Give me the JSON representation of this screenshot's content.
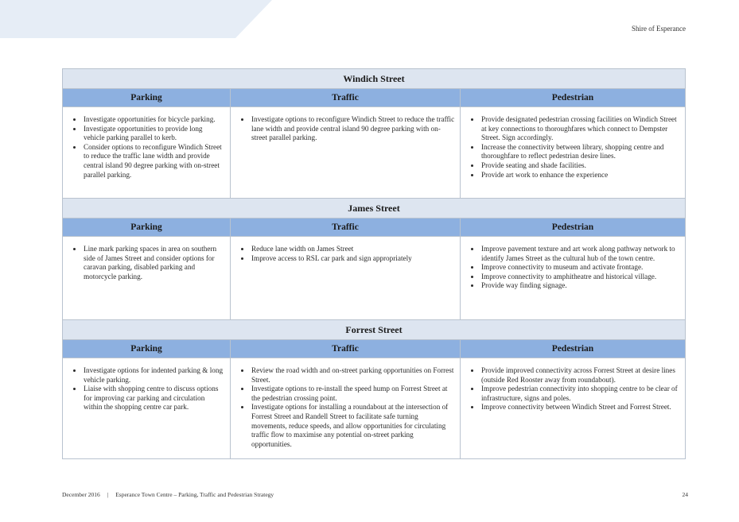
{
  "header": {
    "organization": "Shire of Esperance"
  },
  "columns": [
    "Parking",
    "Traffic",
    "Pedestrian"
  ],
  "sections": [
    {
      "street": "Windich Street",
      "parking": [
        "Investigate opportunities for bicycle parking.",
        "Investigate opportunities to provide long vehicle parking parallel to kerb.",
        "Consider options to reconfigure Windich Street to reduce the traffic lane width and provide central island 90 degree parking with on-street parallel parking."
      ],
      "traffic": [
        "Investigate options to reconfigure Windich Street to reduce the traffic lane width and provide central island 90 degree parking with on-street parallel parking."
      ],
      "pedestrian": [
        "Provide designated pedestrian crossing facilities on Windich Street at key connections to thoroughfares which connect to Dempster Street.  Sign accordingly.",
        "Increase the connectivity between library, shopping centre and thoroughfare to reflect pedestrian desire lines.",
        "Provide seating and shade facilities.",
        "Provide art work to enhance the experience"
      ]
    },
    {
      "street": "James Street",
      "parking": [
        "Line mark parking spaces in area on southern side of James Street and consider options for caravan parking, disabled parking and motorcycle parking."
      ],
      "traffic": [
        "Reduce lane width on James Street",
        "Improve access to RSL car park and sign appropriately"
      ],
      "pedestrian": [
        "Improve pavement texture and art work along pathway network to identify James Street as the cultural hub of the town centre.",
        "Improve connectivity to museum and activate frontage.",
        "Improve connectivity to amphitheatre and historical village.",
        "Provide way finding signage."
      ]
    },
    {
      "street": "Forrest Street",
      "parking": [
        "Investigate options for indented parking & long vehicle parking.",
        "Liaise with shopping centre to discuss options for improving car parking and circulation within the shopping centre car park."
      ],
      "traffic": [
        "Review the road width and on-street parking opportunities on Forrest Street.",
        "Investigate options to re-install the speed hump on Forrest Street at the pedestrian crossing point.",
        "Investigate options for installing a roundabout at the intersection of Forrest Street and Randell Street to facilitate safe turning movements, reduce speeds, and allow opportunities for circulating traffic flow to maximise any potential on-street parking opportunities."
      ],
      "pedestrian": [
        "Provide improved connectivity across Forrest Street at desire lines (outside Red Rooster away from roundabout).",
        "Improve pedestrian connectivity into shopping centre to be clear of infrastructure, signs and poles.",
        "Improve connectivity between Windich Street and Forrest Street."
      ]
    }
  ],
  "footer": {
    "date": "December 2016",
    "separator": "|",
    "document_title": "Esperance Town Centre – Parking, Traffic and Pedestrian Strategy",
    "page_number": "24"
  },
  "colors": {
    "street_header_bg": "#dde5f0",
    "column_header_bg": "#8db0e0",
    "corner_shape": "#e6edf6"
  }
}
